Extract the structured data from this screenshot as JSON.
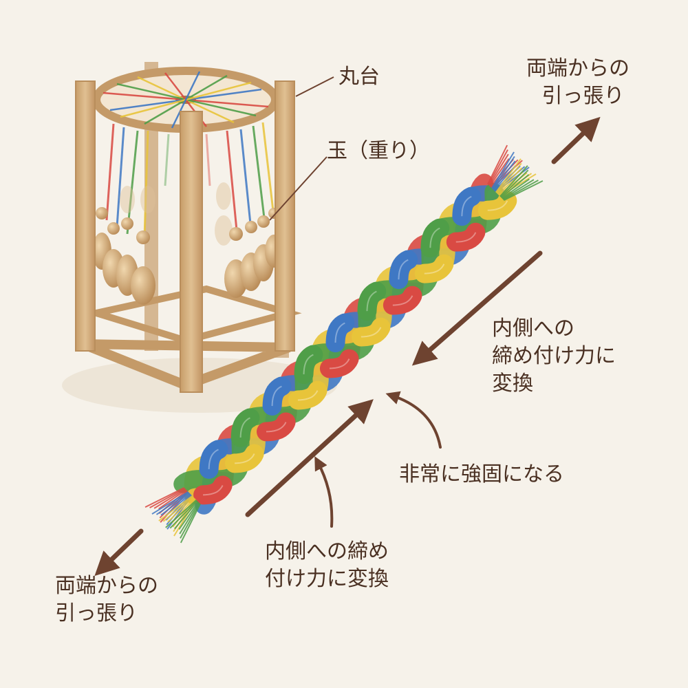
{
  "labels": {
    "marudai": "丸台",
    "tama": "玉（重り）",
    "pull_top_1": "両端からの",
    "pull_top_2": "引っ張り",
    "inward_right_1": "内側への",
    "inward_right_2": "締め付け力に",
    "inward_right_3": "変換",
    "strong": "非常に強固になる",
    "inward_bottom_1": "内側への締め",
    "inward_bottom_2": "付け力に変換",
    "pull_bottom_1": "両端からの",
    "pull_bottom_2": "引っ張り"
  },
  "colors": {
    "background": "#f6f2ea",
    "wood": "#d9b787",
    "wood_dark": "#b98e5c",
    "arrow": "#6e4330",
    "strand_red": "#d94a43",
    "strand_blue": "#3f78c4",
    "strand_yellow": "#e8c43a",
    "strand_green": "#4f9e48"
  }
}
